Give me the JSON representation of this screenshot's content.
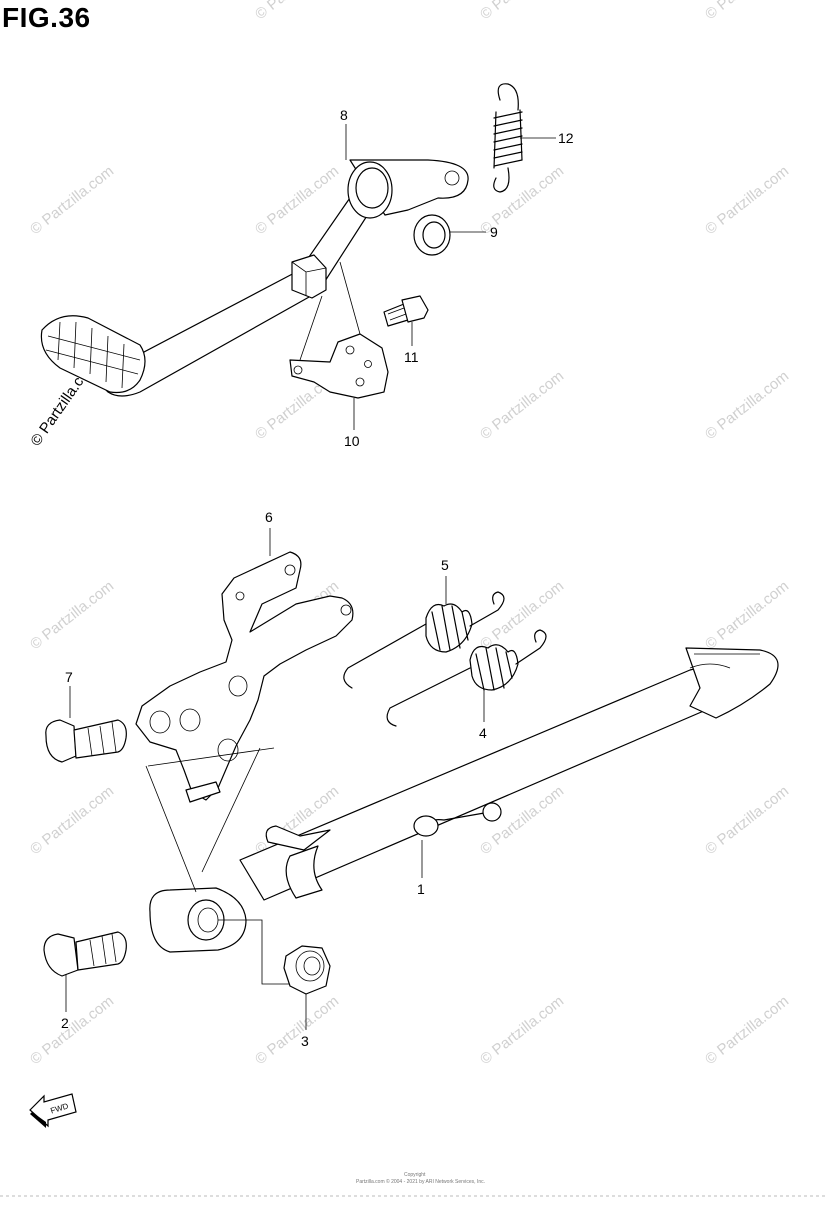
{
  "figure": {
    "title": "FIG.36",
    "watermark": "© Partzilla.com",
    "copyright_line1": "Copyright",
    "copyright_line2": "Partzilla.com © 2004 - 2021 by ARI Network Services, Inc.",
    "fwd_label": "FWD"
  },
  "callouts": {
    "p1": "1",
    "p2": "2",
    "p3": "3",
    "p4": "4",
    "p5": "5",
    "p6": "6",
    "p7": "7",
    "p8": "8",
    "p9": "9",
    "p10": "10",
    "p11": "11",
    "p12": "12"
  },
  "colors": {
    "line": "#000000",
    "watermark": "#d0d0d0",
    "background": "#ffffff"
  }
}
